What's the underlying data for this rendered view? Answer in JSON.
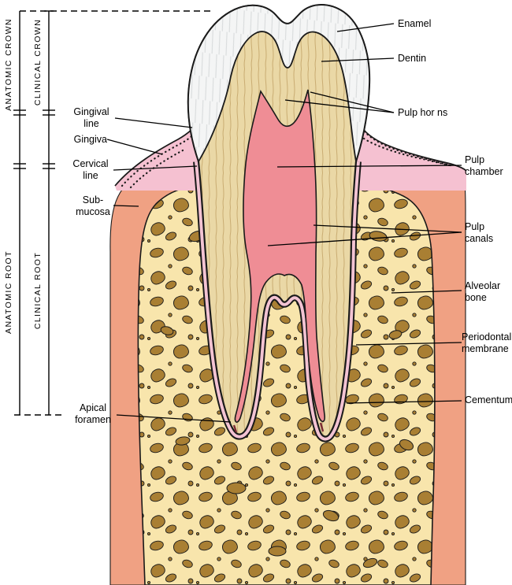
{
  "diagram": {
    "bracket_labels": {
      "anatomic_crown": "ANATOMIC CROWN",
      "clinical_crown": "CLINICAL CROWN",
      "anatomic_root": "ANATOMIC ROOT",
      "clinical_root": "CLINICAL ROOT"
    },
    "left_labels": [
      {
        "id": "gingival-line",
        "text": "Gingival line"
      },
      {
        "id": "gingiva",
        "text": "Gingiva"
      },
      {
        "id": "cervical-line",
        "text": "Cervical line"
      },
      {
        "id": "sub-mucosa",
        "text": "Sub-mucosa"
      },
      {
        "id": "apical-foramen",
        "text": "Apical foramen"
      }
    ],
    "right_labels": [
      {
        "id": "enamel",
        "text": "Enamel"
      },
      {
        "id": "dentin",
        "text": "Dentin"
      },
      {
        "id": "pulp-horns",
        "text": "Pulp hor ns"
      },
      {
        "id": "pulp-chamber",
        "text": "Pulp chamber"
      },
      {
        "id": "pulp-canals",
        "text": "Pulp canals"
      },
      {
        "id": "alveolar-bone",
        "text": "Alveolar bone"
      },
      {
        "id": "periodontal-membrane",
        "text": "Periodontal membrane"
      },
      {
        "id": "cementum",
        "text": "Cementum"
      }
    ],
    "colors": {
      "enamel": "#f4f5f5",
      "dentin": "#ead8a6",
      "pulp": "#ef8d95",
      "bone": "#f8e5ac",
      "bone_speckle": "#a97f33",
      "gingiva": "#f5c1d1",
      "mucosa": "#f0a183",
      "periodontal_membrane": "#f3c3d3",
      "outline": "#1a1a1a"
    }
  }
}
